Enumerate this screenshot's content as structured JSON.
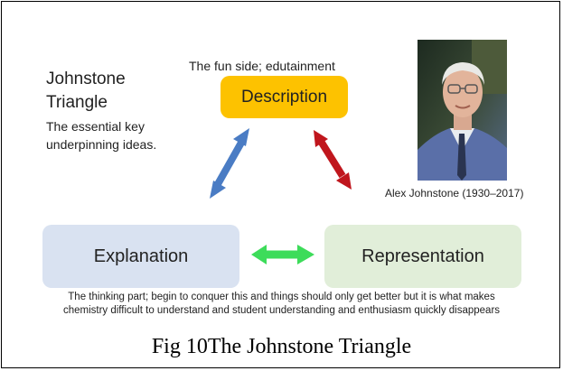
{
  "slide": {
    "title_line1": "Johnstone",
    "title_line2": "Triangle",
    "subtitle_line1": "The essential key",
    "subtitle_line2": "underpinning ideas.",
    "top_label": "The fun side; edutainment",
    "photo_caption": "Alex Johnstone (1930–2017)",
    "bottom_note_line1": "The thinking part; begin to conquer this and things should only get better but it is what makes",
    "bottom_note_line2": "chemistry difficult to understand and student understanding and enthusiasm quickly disappears"
  },
  "nodes": {
    "description": "Description",
    "explanation": "Explanation",
    "representation": "Representation"
  },
  "colors": {
    "description_box": "#fdc200",
    "explanation_box": "#d9e2f1",
    "representation_box": "#e1eed9",
    "arrow_left": "#4a7cc4",
    "arrow_right": "#c0161d",
    "arrow_bottom": "#3ddc5a"
  },
  "figure_caption": "Fig 10The Johnstone Triangle"
}
